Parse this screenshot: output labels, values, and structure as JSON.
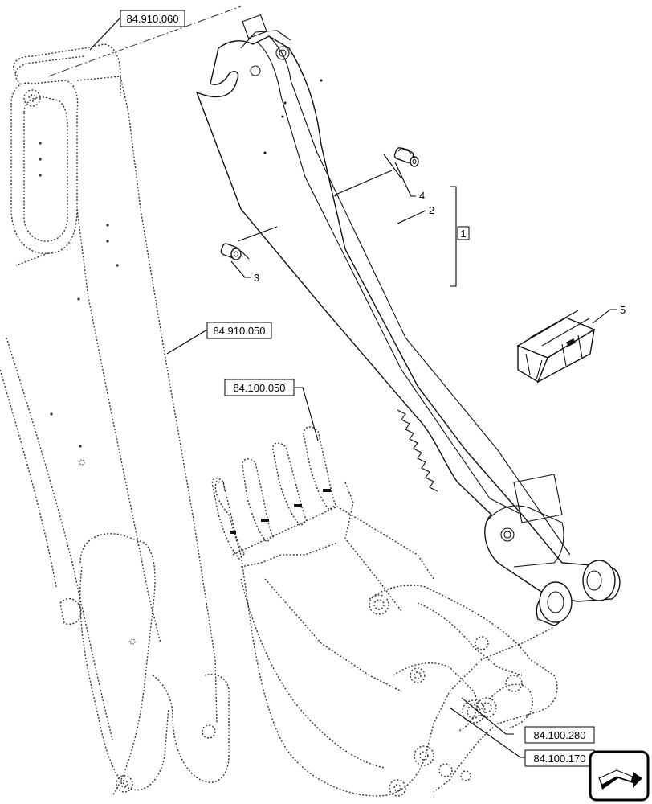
{
  "references": {
    "r1": "84.910.060",
    "r2": "84.910.050",
    "r3": "84.100.050",
    "r4": "84.100.280",
    "r5": "84.100.170"
  },
  "callouts": {
    "c2": "2",
    "c3": "3",
    "c4": "4",
    "c5": "5",
    "group": "1"
  },
  "icons": {
    "nav": "next-page-arrow-icon"
  }
}
